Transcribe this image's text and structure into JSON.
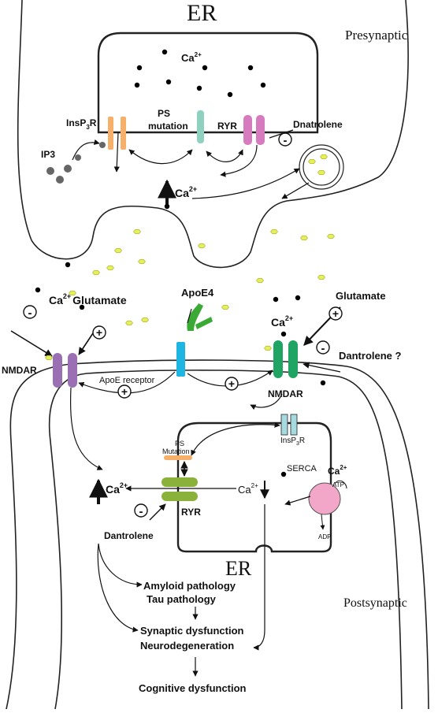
{
  "labels": {
    "er_top": "ER",
    "presynaptic": "Presynaptic",
    "ca_er_top": "Ca",
    "ca_er_top_sup": "2+",
    "insp3r_top_a": "InsP",
    "insp3r_top_sub": "3",
    "insp3r_top_b": "R",
    "ps_mutation_top_1": "PS",
    "ps_mutation_top_2": "mutation",
    "ryr_top": "RYR",
    "dnatrolene": "Dnatrolene",
    "ip3": "IP3",
    "ca_pre_cyto": "Ca",
    "ca_pre_cyto_sup": "2+",
    "ca_glutamate_left_ca": "Ca",
    "ca_glutamate_left_sup": "2+",
    "ca_glutamate_left_glu": "Glutamate",
    "apoe4": "ApoE4",
    "glutamate_right": "Glutamate",
    "ca_right": "Ca",
    "ca_right_sup": "2+",
    "nmdar_left": "NMDAR",
    "nmdar_right": "NMDAR",
    "dantrolene_q": "Dantrolene ?",
    "apoe_receptor": "ApoE receptor",
    "insp3r_post_a": "InsP",
    "insp3r_post_sub": "3",
    "insp3r_post_b": "R",
    "ps_mutation_post_1": "PS",
    "ps_mutation_post_2": "Mutation",
    "ca_post_left": "Ca",
    "ca_post_left_sup": "2+",
    "ca_post_er": "Ca",
    "ca_post_er_sup": "2+",
    "serca": "SERCA",
    "ca_serca": "Ca",
    "ca_serca_sup": "2+",
    "atp": "ATP",
    "adp": "ADP",
    "ryr_post": "RYR",
    "dantrolene_post": "Dantrolene",
    "er_bottom": "ER",
    "postsynaptic": "Postsynaptic",
    "amyloid": "Amyloid pathology",
    "tau": "Tau pathology",
    "synaptic_dys": "Synaptic dysfunction",
    "neurodegeneration": "Neurodegeneration",
    "cognitive": "Cognitive dysfunction",
    "plus": "+",
    "minus": "-"
  },
  "colors": {
    "insp3r_pre": "#f6b06a",
    "ps_pre": "#8fd1bf",
    "ryr_pre": "#d77bbf",
    "nmdar_left": "#9b6fb4",
    "apoe_receptor": "#1fb5e3",
    "apoe4": "#3aaa35",
    "nmdar_right": "#20a464",
    "insp3r_post": "#a6d9e0",
    "ps_post": "#f6b06a",
    "ryr_post": "#8ab23a",
    "serca": "#f2a7c9",
    "glutamate": "#e6f05a"
  }
}
